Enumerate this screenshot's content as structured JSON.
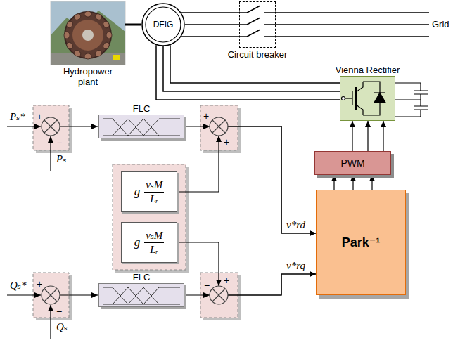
{
  "diagram": {
    "nodes": [
      {
        "text": [
          "DFIG"
        ]
      },
      {
        "text": [
          "Circuit breaker"
        ]
      },
      {
        "text": [
          "Vienna Rectifier"
        ]
      },
      {
        "text": [
          "FLC"
        ]
      },
      {
        "text": [
          "g",
          "vₛM",
          "Lᵣ"
        ]
      },
      {
        "text": [
          "g",
          "vₛM",
          "Lᵣ"
        ]
      },
      {
        "text": [
          "PWM"
        ]
      },
      {
        "text": [
          "Park⁻¹"
        ]
      },
      {
        "text": [
          "FLC"
        ]
      }
    ],
    "edges": [
      {
        "from": 0,
        "to": 1,
        "arrow": "none"
      },
      {
        "from": 0,
        "to": 1,
        "arrow": "none"
      },
      {
        "from": 0,
        "to": 1,
        "arrow": "none"
      },
      {
        "from": 0,
        "to": 2,
        "arrow": "none"
      },
      {
        "from": 0,
        "to": 2,
        "arrow": "none"
      },
      {
        "from": 0,
        "to": 2,
        "arrow": "none"
      },
      {
        "from": 3,
        "to": 7,
        "label": "v*rd",
        "arrow": "to"
      },
      {
        "from": 4,
        "to": 7,
        "arrow": "to"
      },
      {
        "from": 8,
        "to": 7,
        "label": "v*rq",
        "arrow": "to"
      },
      {
        "from": 5,
        "to": 7,
        "arrow": "to"
      },
      {
        "from": 7,
        "to": 6,
        "arrow": "to"
      },
      {
        "from": 7,
        "to": 6,
        "arrow": "to"
      },
      {
        "from": 7,
        "to": 6,
        "arrow": "to"
      },
      {
        "from": 6,
        "to": 2,
        "arrow": "to"
      },
      {
        "from": 6,
        "to": 2,
        "arrow": "to"
      },
      {
        "from": 6,
        "to": 2,
        "arrow": "to"
      }
    ],
    "labels": [
      "Hydropower plant",
      "Grid",
      "Pₛ*",
      "+",
      "−",
      "Pₛ",
      "+",
      "+",
      "Qₛ*",
      "+",
      "−",
      "Qₛ",
      "−",
      "+"
    ]
  }
}
